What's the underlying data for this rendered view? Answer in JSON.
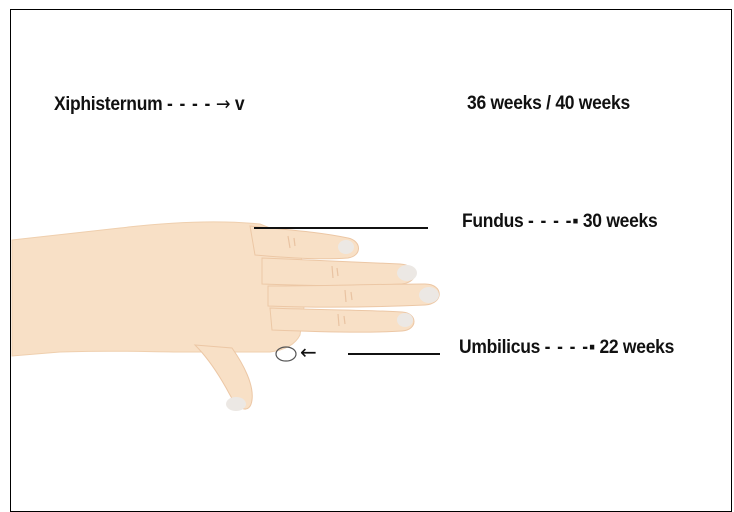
{
  "labels": {
    "xiphisternum": {
      "name": "Xiphisternum",
      "connector": "- - - -",
      "arrow": "→",
      "mark": "v"
    },
    "term_weeks": "36 weeks / 40 weeks",
    "fundus": {
      "name": "Fundus",
      "connector": "- - - -",
      "end": "▪",
      "weeks": "30 weeks"
    },
    "umbilicus": {
      "name": "Umbilicus",
      "connector": "- - - -",
      "end": "▪",
      "weeks": "22 weeks"
    },
    "umbilicus_arrow": "←"
  },
  "colors": {
    "skin": "#f8e0c6",
    "skin_shadow": "#e9c3a2",
    "nail": "#ece8e4",
    "text": "#111111"
  },
  "icons": [
    "hand-illustration",
    "umbilicus-ring-icon"
  ]
}
